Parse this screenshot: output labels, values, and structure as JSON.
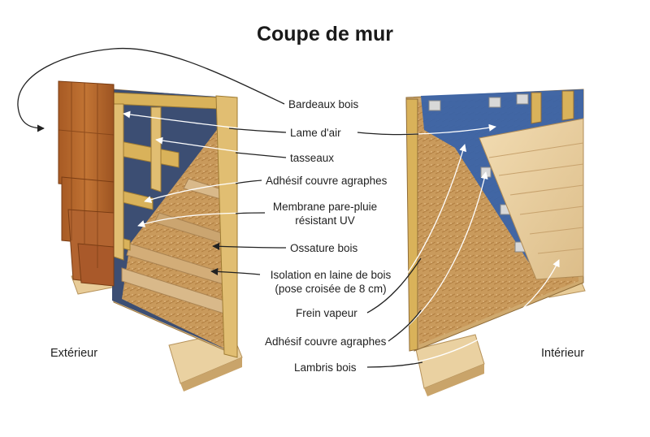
{
  "title": "Coupe de mur",
  "labels": {
    "bardeaux": "Bardeaux bois",
    "lame_air": "Lame d'air",
    "tasseaux": "tasseaux",
    "adhesif_1": "Adhésif couvre agraphes",
    "membrane_line1": "Membrane pare-pluie",
    "membrane_line2": "résistant UV",
    "ossature": "Ossature bois",
    "isolation_line1": "Isolation en laine de bois",
    "isolation_line2": "(pose croisée de 8 cm)",
    "frein": "Frein vapeur",
    "adhesif_2": "Adhésif couvre agraphes",
    "lambris": "Lambris bois"
  },
  "sides": {
    "exterior": "Extérieur",
    "interior": "Intérieur"
  },
  "colors": {
    "cedar": "#b8692e",
    "batten": "#d9b25a",
    "membrane": "#3c4e73",
    "insulation": "#c99a5c",
    "vapor": "#3a63a8",
    "pine": "#ecd2a4"
  }
}
